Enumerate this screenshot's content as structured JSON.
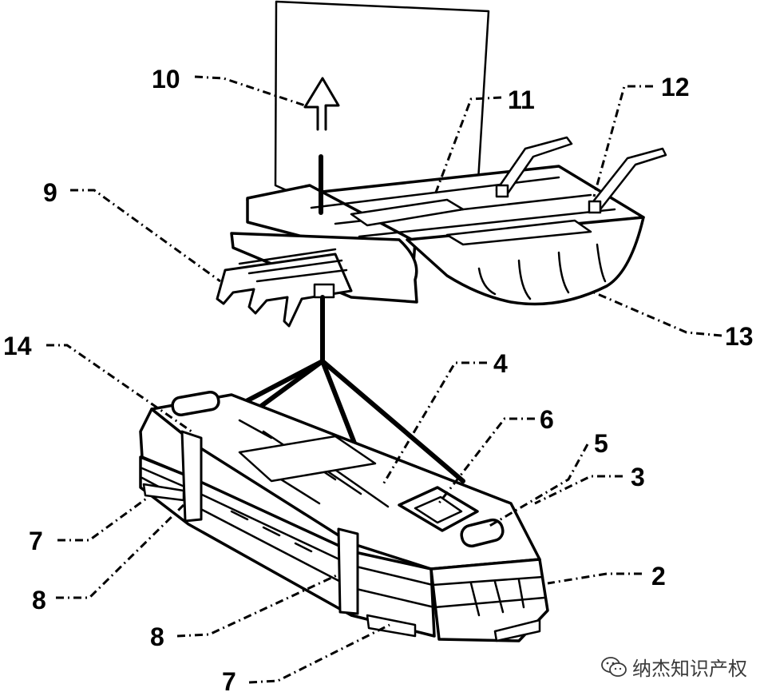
{
  "callouts": [
    {
      "id": "10",
      "label": "10"
    },
    {
      "id": "11",
      "label": "11"
    },
    {
      "id": "12",
      "label": "12"
    },
    {
      "id": "9",
      "label": "9"
    },
    {
      "id": "13",
      "label": "13"
    },
    {
      "id": "14",
      "label": "14"
    },
    {
      "id": "4",
      "label": "4"
    },
    {
      "id": "6",
      "label": "6"
    },
    {
      "id": "5",
      "label": "5"
    },
    {
      "id": "3",
      "label": "3"
    },
    {
      "id": "7a",
      "label": "7"
    },
    {
      "id": "8a",
      "label": "8"
    },
    {
      "id": "2",
      "label": "2"
    },
    {
      "id": "8b",
      "label": "8"
    },
    {
      "id": "7b",
      "label": "7"
    }
  ],
  "watermark": {
    "text": "纳杰知识产权",
    "icon": "wechat-icon"
  },
  "colors": {
    "ink": "#000000",
    "paper": "#ffffff",
    "watermark": "#3a3a3a"
  }
}
